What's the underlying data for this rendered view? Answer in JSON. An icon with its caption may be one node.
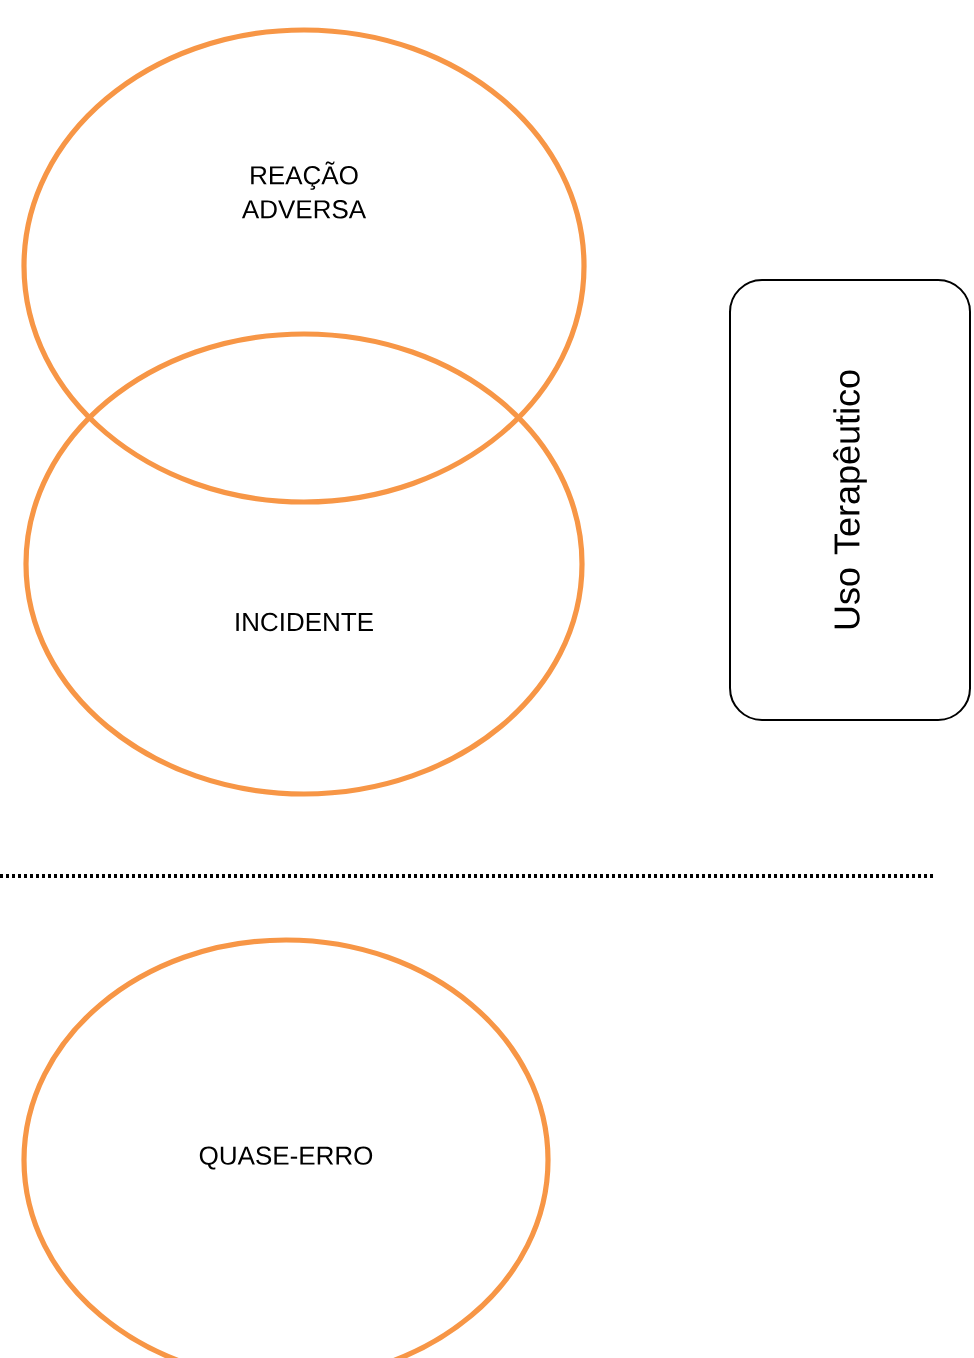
{
  "diagram": {
    "nodes": [
      {
        "text": [
          "REAÇÃO ADVERSA"
        ]
      },
      {
        "text": [
          "INCIDENTE"
        ]
      },
      {
        "text": [
          "Uso Terapêutico"
        ]
      },
      {
        "text": [
          "QUASE-ERRO"
        ]
      }
    ]
  }
}
